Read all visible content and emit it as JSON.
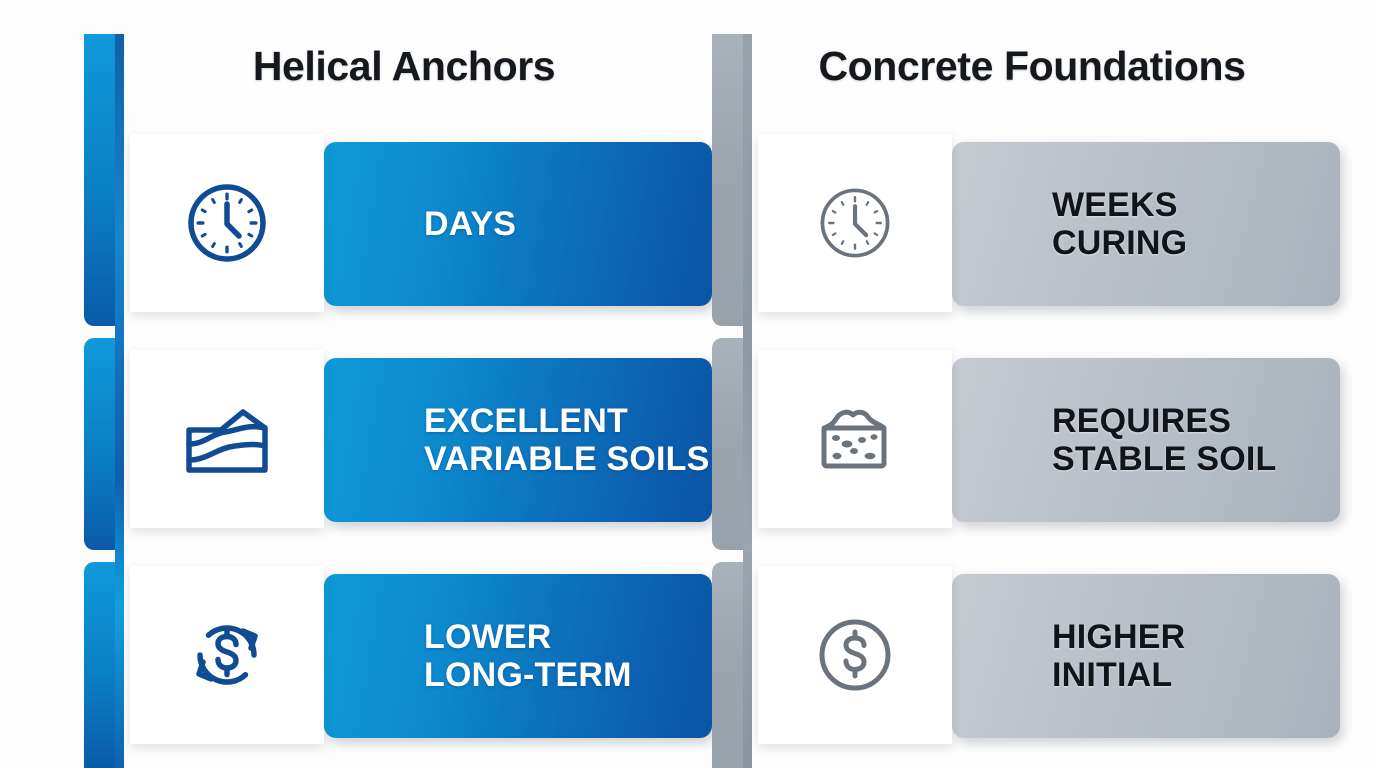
{
  "colors": {
    "blue_bright": "#0e9ad9",
    "blue_deep": "#0b54a6",
    "gray_light": "#c6cbd2",
    "gray_deep": "#a9b2bc",
    "glyph_blue": "#104c93",
    "glyph_gray": "#6b747c",
    "text_dark": "#15181c"
  },
  "columns": [
    {
      "id": "helical-anchors",
      "title": "Helical Anchors",
      "rows": [
        {
          "icon": "clock-icon",
          "label": "DAYS"
        },
        {
          "icon": "soil-layers-icon",
          "label": "EXCELLENT\nVARIABLE SOILS"
        },
        {
          "icon": "dollar-cycle-icon",
          "label": "LOWER\nLONG-TERM"
        }
      ]
    },
    {
      "id": "concrete-foundations",
      "title": "Concrete Foundations",
      "rows": [
        {
          "icon": "clock-icon",
          "label": "WEEKS\nCURING"
        },
        {
          "icon": "aggregate-pile-icon",
          "label": "REQUIRES\nSTABLE SOIL"
        },
        {
          "icon": "dollar-coin-icon",
          "label": "HIGHER\nINITIAL"
        }
      ]
    }
  ]
}
